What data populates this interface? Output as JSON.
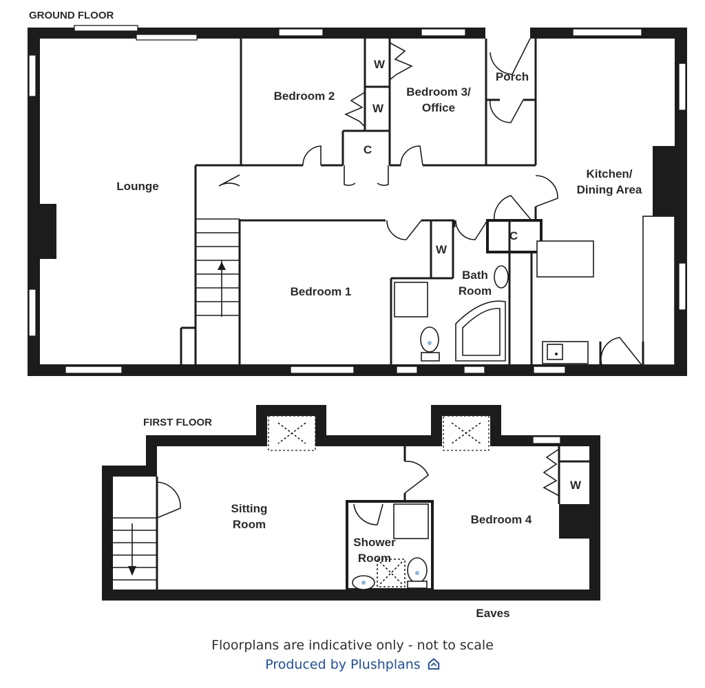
{
  "floors": {
    "ground": {
      "title": "GROUND FLOOR",
      "rooms": {
        "lounge": "Lounge",
        "bedroom2": "Bedroom 2",
        "bedroom3_l1": "Bedroom 3/",
        "bedroom3_l2": "Office",
        "porch": "Porch",
        "kitchen_l1": "Kitchen/",
        "kitchen_l2": "Dining Area",
        "bedroom1": "Bedroom 1",
        "bath_l1": "Bath",
        "bath_l2": "Room"
      },
      "cupboards": {
        "w1": "W",
        "w2": "W",
        "w3": "W",
        "c1": "C",
        "c2": "C"
      }
    },
    "first": {
      "title": "FIRST FLOOR",
      "rooms": {
        "sitting_l1": "Sitting",
        "sitting_l2": "Room",
        "shower_l1": "Shower",
        "shower_l2": "Room",
        "bedroom4": "Bedroom 4",
        "eaves": "Eaves"
      },
      "cupboards": {
        "w4": "W"
      }
    }
  },
  "footer": {
    "disclaimer": "Floorplans are indicative only - not to scale",
    "credit": "Produced by Plushplans"
  },
  "colors": {
    "wall": "#1c1c1c",
    "text": "#2a2a2a",
    "credit": "#1f4e9c"
  }
}
